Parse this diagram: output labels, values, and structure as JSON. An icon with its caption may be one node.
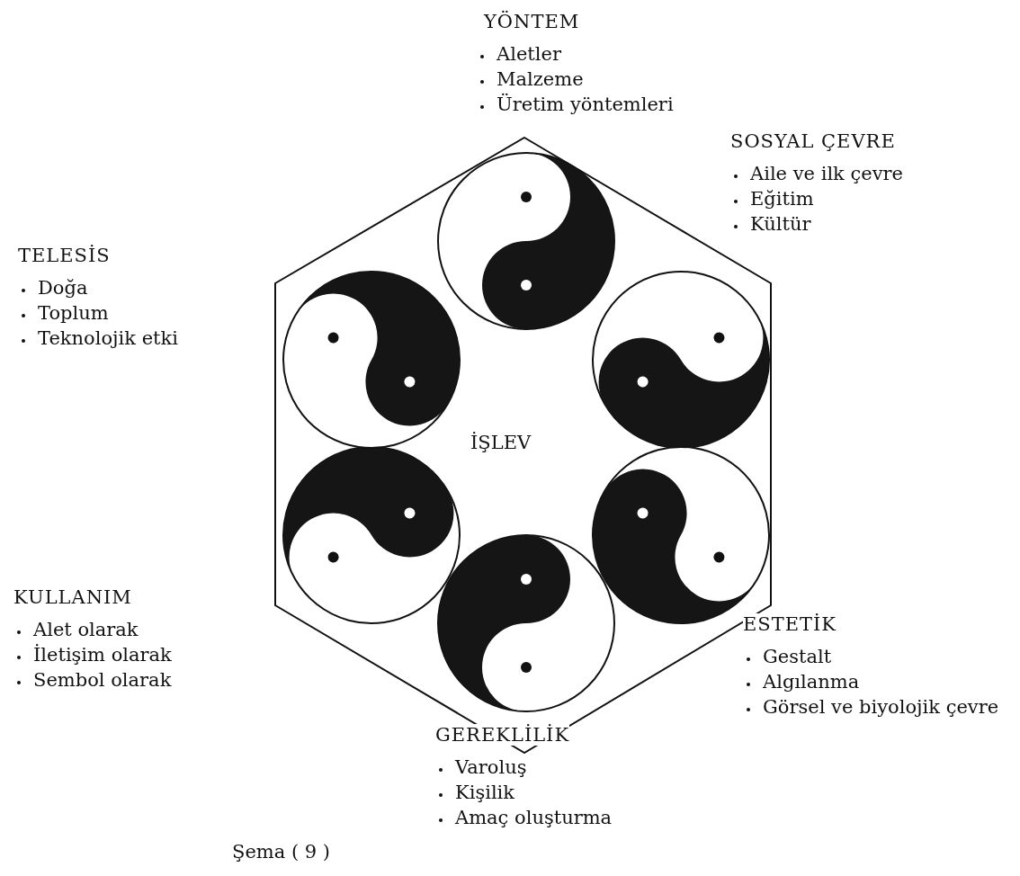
{
  "diagram": {
    "caption": "Şema ( 9 )",
    "nodes": [
      {
        "text": [
          "İŞLEV"
        ]
      },
      {
        "text": [],
        "shape": "picture",
        "in": 0
      },
      {
        "text": [],
        "shape": "picture",
        "in": 0
      },
      {
        "text": [],
        "shape": "picture",
        "in": 0
      },
      {
        "text": [],
        "shape": "picture",
        "in": 0
      },
      {
        "text": [],
        "shape": "picture",
        "in": 0
      },
      {
        "text": [],
        "shape": "picture",
        "in": 0
      }
    ],
    "edges": [],
    "labels": [
      "YÖNTEM",
      "Aletler",
      "Malzeme",
      "Üretim yöntemleri",
      "SOSYAL ÇEVRE",
      "Aile ve ilk çevre",
      "Eğitim",
      "Kültür",
      "TELESİS",
      "Doğa",
      "Toplum",
      "Teknolojik etki",
      "KULLANIM",
      "Alet olarak",
      "İletişim olarak",
      "Sembol olarak",
      "ESTETİK",
      "Gestalt",
      "Algılanma",
      "Görsel ve biyolojik çevre",
      "GEREKLİLİK",
      "Varoluş",
      "Kişilik",
      "Amaç oluşturma"
    ]
  }
}
